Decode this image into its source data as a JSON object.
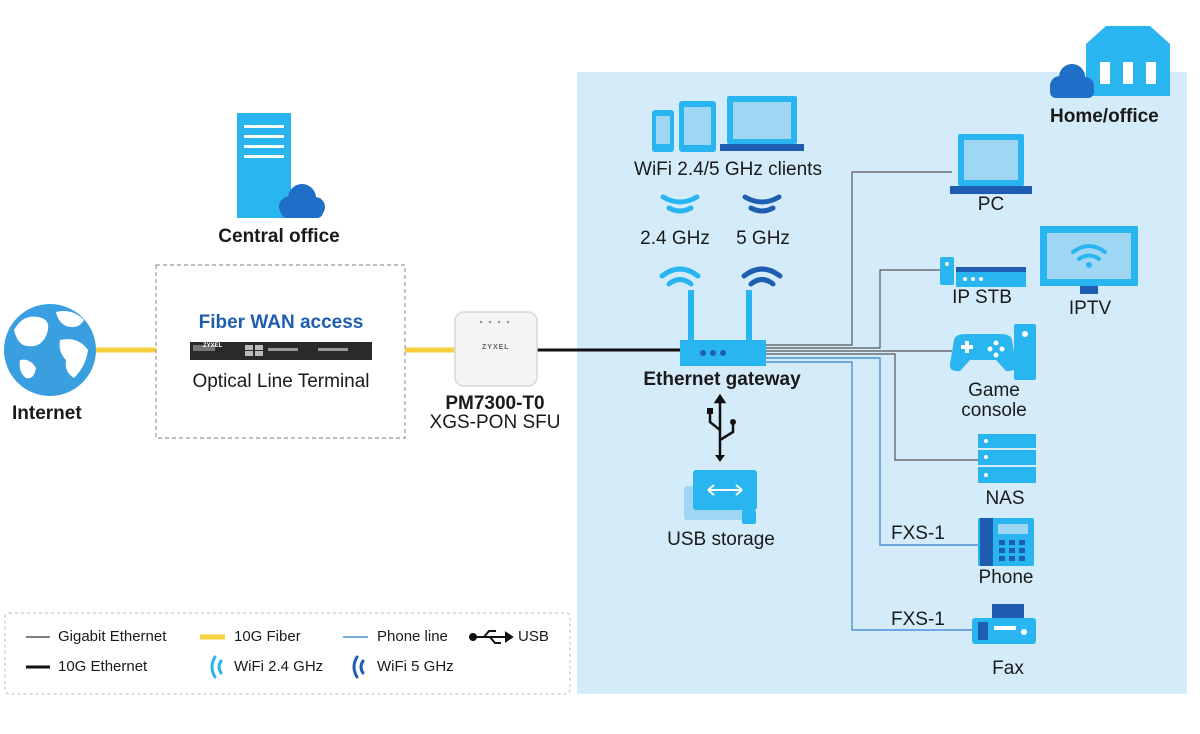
{
  "colors": {
    "home_bg": "#d4ecfa",
    "device_blue": "#29b6f0",
    "device_dark": "#1f5db0",
    "fiber": "#f6d03d",
    "gigabit": "#555555",
    "phone_line": "#4a90d9",
    "ten_g": "#111111"
  },
  "labels": {
    "internet": "Internet",
    "central_office": "Central office",
    "fiber_wan": "Fiber WAN access",
    "olt": "Optical Line Terminal",
    "ont_model": "PM7300-T0",
    "ont_type": "XGS-PON SFU",
    "ont_brand": "ZYXEL",
    "olt_brand": "ZYXEL",
    "home_office": "Home/office",
    "wifi_clients": "WiFi 2.4/5 GHz clients",
    "band_24": "2.4 GHz",
    "band_5": "5 GHz",
    "gateway": "Ethernet gateway",
    "usb_storage": "USB storage",
    "pc": "PC",
    "ip_stb": "IP STB",
    "iptv": "IPTV",
    "game_console": "Game\nconsole",
    "nas": "NAS",
    "fxs_phone": "FXS-1",
    "phone": "Phone",
    "fxs_fax": "FXS-1",
    "fax": "Fax"
  },
  "legend": {
    "gigabit": "Gigabit Ethernet",
    "fiber": "10G Fiber",
    "phone_line": "Phone line",
    "usb": "USB",
    "ten_g": "10G Ethernet",
    "wifi24": "WiFi 2.4 GHz",
    "wifi5": "WiFi 5 GHz"
  }
}
